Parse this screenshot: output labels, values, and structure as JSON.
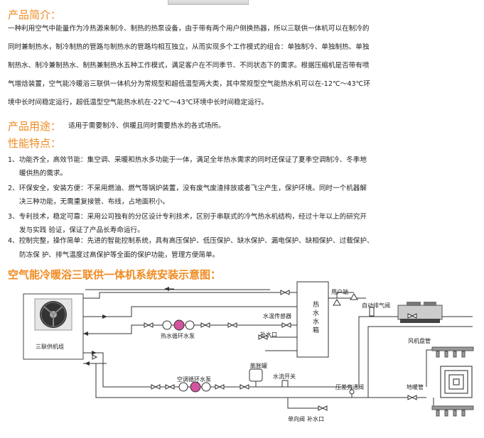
{
  "intro": {
    "heading": "产品简介：",
    "lines": [
      "一种利用空气中能量作为冷热源来制冷、制热的热泵设备，由于带有两个用户侧换热器，所以三联供一体机可以在制冷的",
      "同时兼制热水，制冷制热的管路与制热水的管路均相互独立，从而实现多个工作模式的组合：单独制冷、单独制热、单独",
      "制热水、制冷兼制热水、制热兼制热水五种工作模式，满足客户在不同季节、不同状态下的需求。根据压缩机是否带有喷",
      "气增焓装置，空气能冷暖浴三联供一体机分为常规型和超低温型两大类，其中常规型空气能热水机可以在-12℃～43℃环",
      "境中长时间稳定运行，超低温型空气能热水机在-22℃～43℃环境中长时间稳定运行。"
    ]
  },
  "usage": {
    "heading": "产品用途：",
    "text": "适用于需要制冷、供暖且同时需要热水的各式场所。"
  },
  "features": {
    "heading": "性能特点：",
    "items": [
      [
        "1、功能齐全，高效节能：集空调、采暖和热水多功能于一体，满足全年热水需求的同时还保证了夏季空调制冷、冬季地",
        "暖供热的需求。"
      ],
      [
        "2、环保安全，安装方便：不采用燃油、燃气等锅炉装置，没有废气废渣排放或者飞尘产生，保护环境。同时一个机器解",
        "决三种功能，无需重复接管、布线，占地面积小。"
      ],
      [
        "3、专利技术，稳定可靠：采用公司独有的分区设计专利技术，区别于串联式的冷气热水机结构，经过十年以上的研究开",
        "发与实践 验证，保证了产品长寿命运行。"
      ],
      [
        "4、控制完整，操作简单：先进的智能控制系统，具有高压保护、低压保护、缺水保护、漏电保护、缺相保护、过载保护、",
        "防冻保 护、排气温度过高保护等全面的保护功能，管理方便简单。"
      ]
    ]
  },
  "diagram": {
    "title": "空气能冷暖浴三联供一体机系统安装示意图：",
    "labels": {
      "unit": "三联供机组",
      "tank_chars": [
        "热",
        "水",
        "水",
        "箱"
      ],
      "user_end": "用户端",
      "air_vent": "自动排气阀",
      "temp_sensor": "水温传感器",
      "hw_pump": "热水循环水泵",
      "makeup_top": "补水口",
      "fan_coil": "风机盘管",
      "expansion_tank": "膨胀罐",
      "flow_switch": "水流开关",
      "ac_pump": "空调循环水泵",
      "bypass_valve": "压差旁通阀",
      "floor_heat": "地暖管",
      "check_valve": "单向阀",
      "makeup_bottom": "补水口"
    }
  }
}
